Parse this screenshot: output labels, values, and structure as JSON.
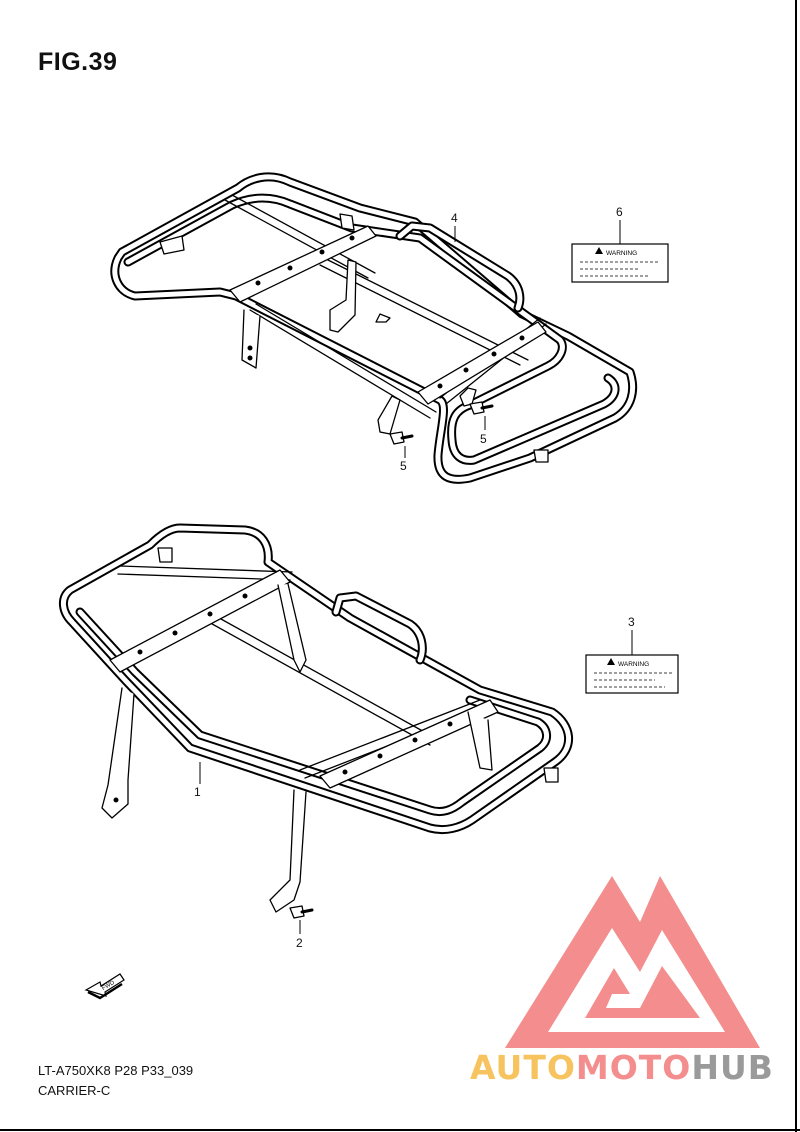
{
  "figure": {
    "title": "FIG.39"
  },
  "footer": {
    "model_code": "LT-A750XK8 P28 P33_039",
    "section_name": "CARRIER-C"
  },
  "callouts": {
    "c1": "1",
    "c2": "2",
    "c3": "3",
    "c4": "4",
    "c5a": "5",
    "c5b": "5",
    "c6": "6"
  },
  "labels": {
    "warning_6": "WARNING",
    "warning_3": "WARNING"
  },
  "direction": {
    "fwd": "FWD"
  },
  "watermark": {
    "part1": "AUTO",
    "part2": "MOTO",
    "part3": "HUB",
    "colors": {
      "auto": "#f7c35f",
      "moto": "#f48d8d",
      "hub": "#9a9a9a",
      "triangle": "#f48d8d"
    }
  }
}
